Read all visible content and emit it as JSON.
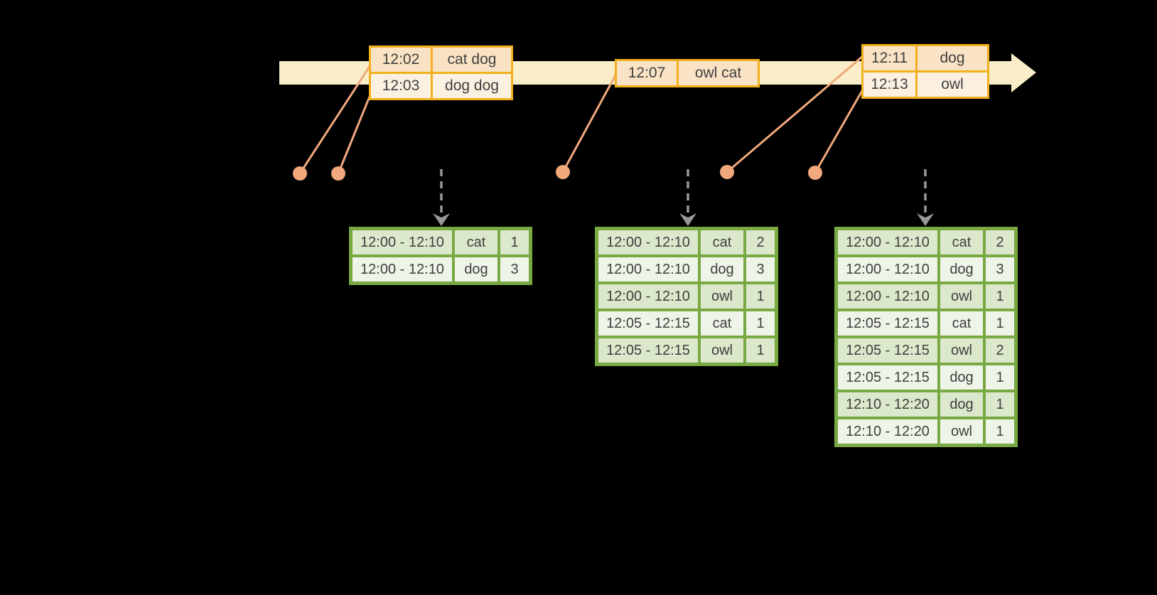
{
  "diagram_kind": "streaming-windowed-word-count-timeline",
  "colors": {
    "background": "#000000",
    "timeline_band": "#FAEEC8",
    "event_table_border": "#F2B01E",
    "event_row_dark": "#FAE3C4",
    "event_row_light": "#FCF1E1",
    "result_table_border": "#78A942",
    "result_row_dark": "#DBE8CB",
    "result_row_light": "#EFF4E8",
    "connector_salmon": "#F0A87C",
    "dashed_arrow_gray": "#989898",
    "text": "#3F3F3F"
  },
  "input_tables": [
    {
      "rows": [
        {
          "time": "12:02",
          "words": "cat dog"
        },
        {
          "time": "12:03",
          "words": "dog dog"
        }
      ]
    },
    {
      "rows": [
        {
          "time": "12:07",
          "words": "owl cat"
        }
      ]
    },
    {
      "rows": [
        {
          "time": "12:11",
          "words": "dog"
        },
        {
          "time": "12:13",
          "words": "owl"
        }
      ]
    }
  ],
  "result_tables": [
    {
      "rows": [
        {
          "window": "12:00 - 12:10",
          "word": "cat",
          "count": "1"
        },
        {
          "window": "12:00 - 12:10",
          "word": "dog",
          "count": "3"
        }
      ]
    },
    {
      "rows": [
        {
          "window": "12:00 - 12:10",
          "word": "cat",
          "count": "2"
        },
        {
          "window": "12:00 - 12:10",
          "word": "dog",
          "count": "3"
        },
        {
          "window": "12:00 - 12:10",
          "word": "owl",
          "count": "1"
        },
        {
          "window": "12:05 - 12:15",
          "word": "cat",
          "count": "1"
        },
        {
          "window": "12:05 - 12:15",
          "word": "owl",
          "count": "1"
        }
      ]
    },
    {
      "rows": [
        {
          "window": "12:00 - 12:10",
          "word": "cat",
          "count": "2"
        },
        {
          "window": "12:00 - 12:10",
          "word": "dog",
          "count": "3"
        },
        {
          "window": "12:00 - 12:10",
          "word": "owl",
          "count": "1"
        },
        {
          "window": "12:05 - 12:15",
          "word": "cat",
          "count": "1"
        },
        {
          "window": "12:05 - 12:15",
          "word": "owl",
          "count": "2"
        },
        {
          "window": "12:05 - 12:15",
          "word": "dog",
          "count": "1"
        },
        {
          "window": "12:10 - 12:20",
          "word": "dog",
          "count": "1"
        },
        {
          "window": "12:10 - 12:20",
          "word": "owl",
          "count": "1"
        }
      ]
    }
  ]
}
